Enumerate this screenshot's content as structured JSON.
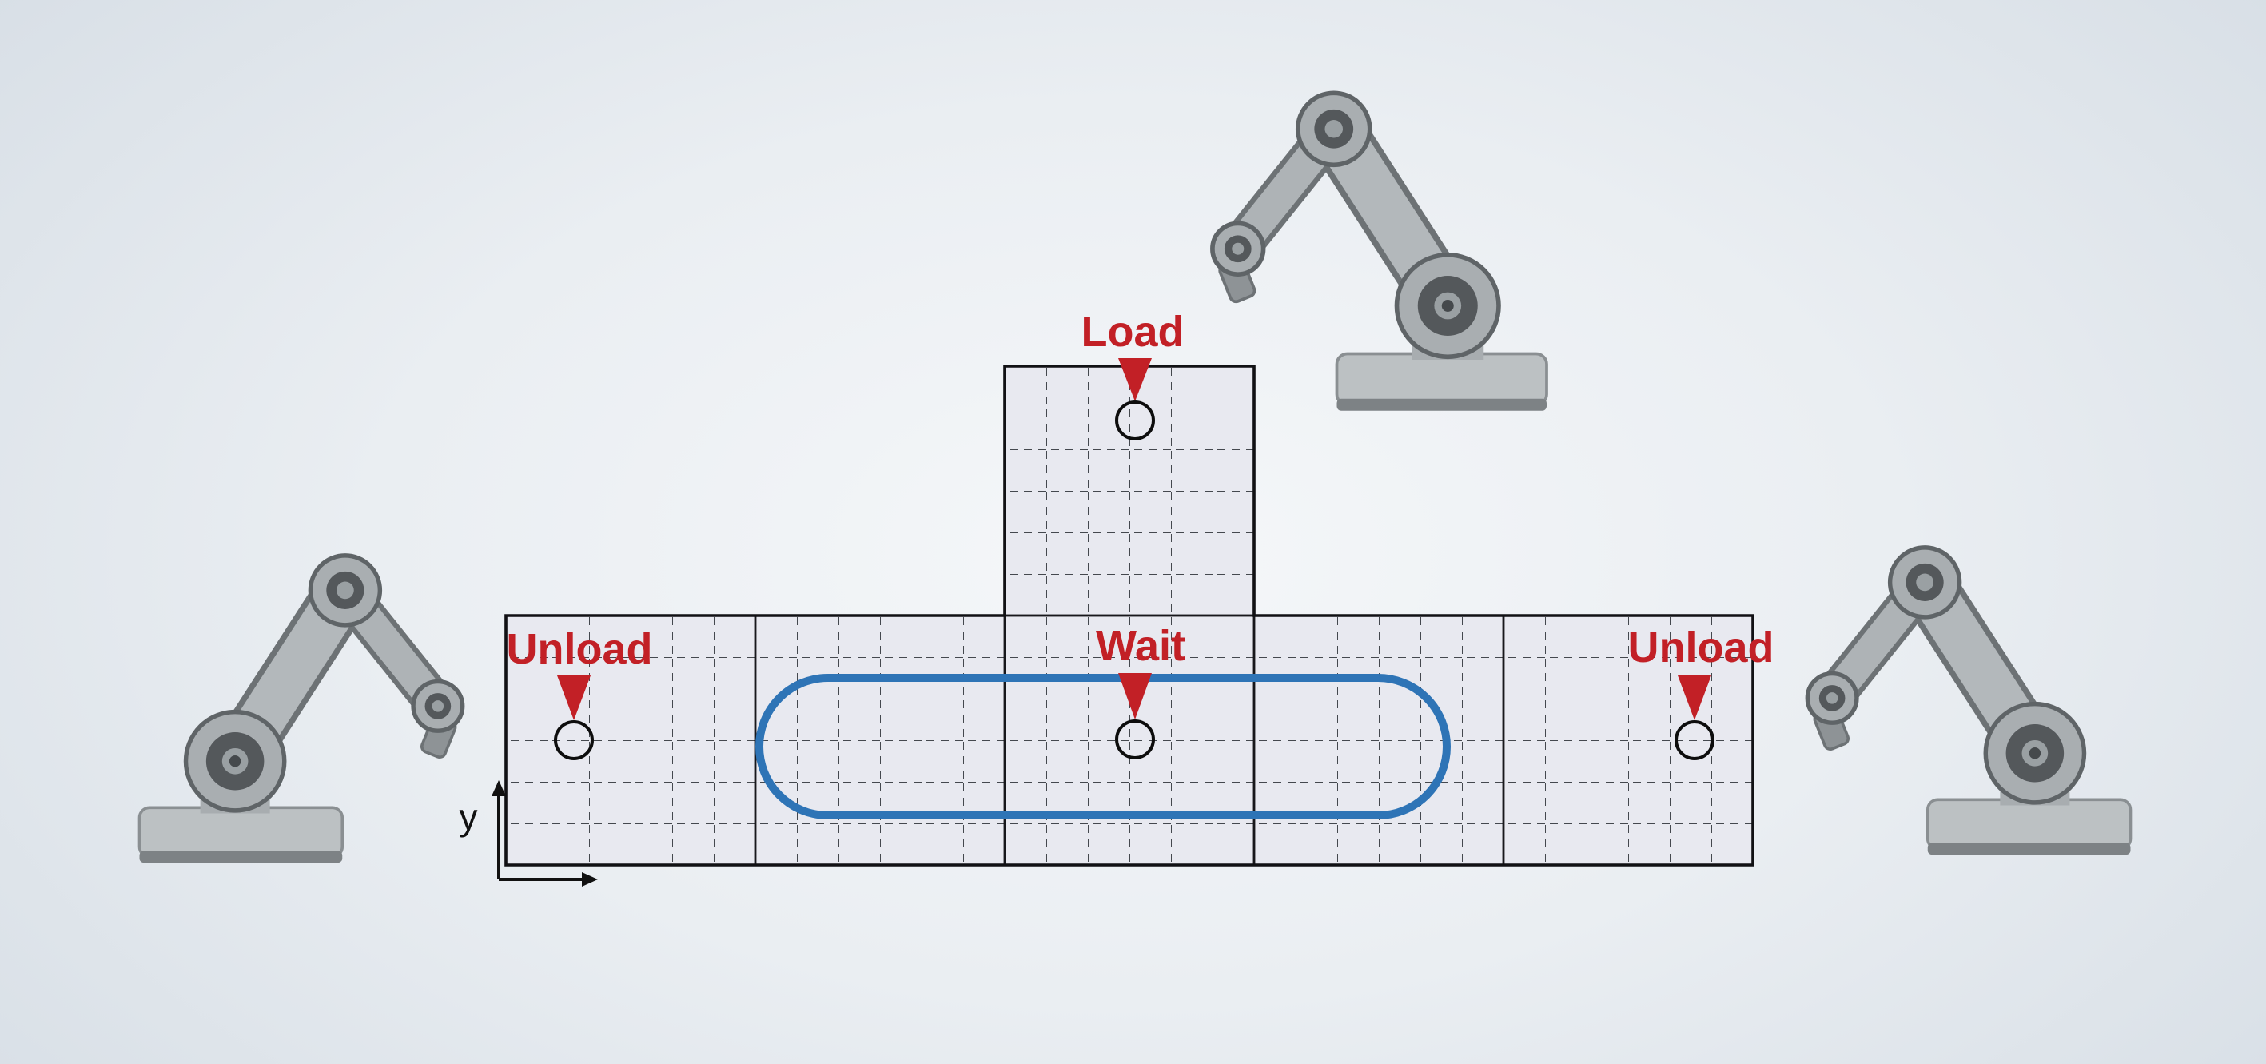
{
  "stations": [
    {
      "id": "load",
      "label": "Load"
    },
    {
      "id": "unload_left",
      "label": "Unload"
    },
    {
      "id": "wait",
      "label": "Wait"
    },
    {
      "id": "unload_right",
      "label": "Unload"
    }
  ],
  "axis": {
    "y_label": "y"
  },
  "platform": {
    "row_tiles": 5,
    "column_tiles": 1,
    "cells_per_tile": 6
  },
  "colors": {
    "station_red": "#c22026",
    "loop_blue": "#2e74b6",
    "tile_fill": "#e8e9f0",
    "tile_border": "#17171b",
    "grid_dash": "#44484e",
    "background_center": "#f5f7f9",
    "background_edge": "#a3b2c2"
  },
  "icons": {
    "robot_arm": "robot-arm-icon",
    "station_arrow": "down-arrow-icon",
    "station_marker": "circle-marker-icon"
  }
}
